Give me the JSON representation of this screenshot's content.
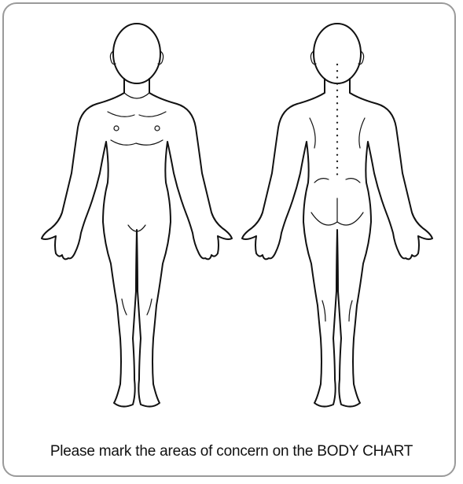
{
  "caption": "Please mark the areas of concern on the BODY CHART",
  "figures": [
    {
      "view": "front"
    },
    {
      "view": "back"
    }
  ],
  "spine_points": 18
}
